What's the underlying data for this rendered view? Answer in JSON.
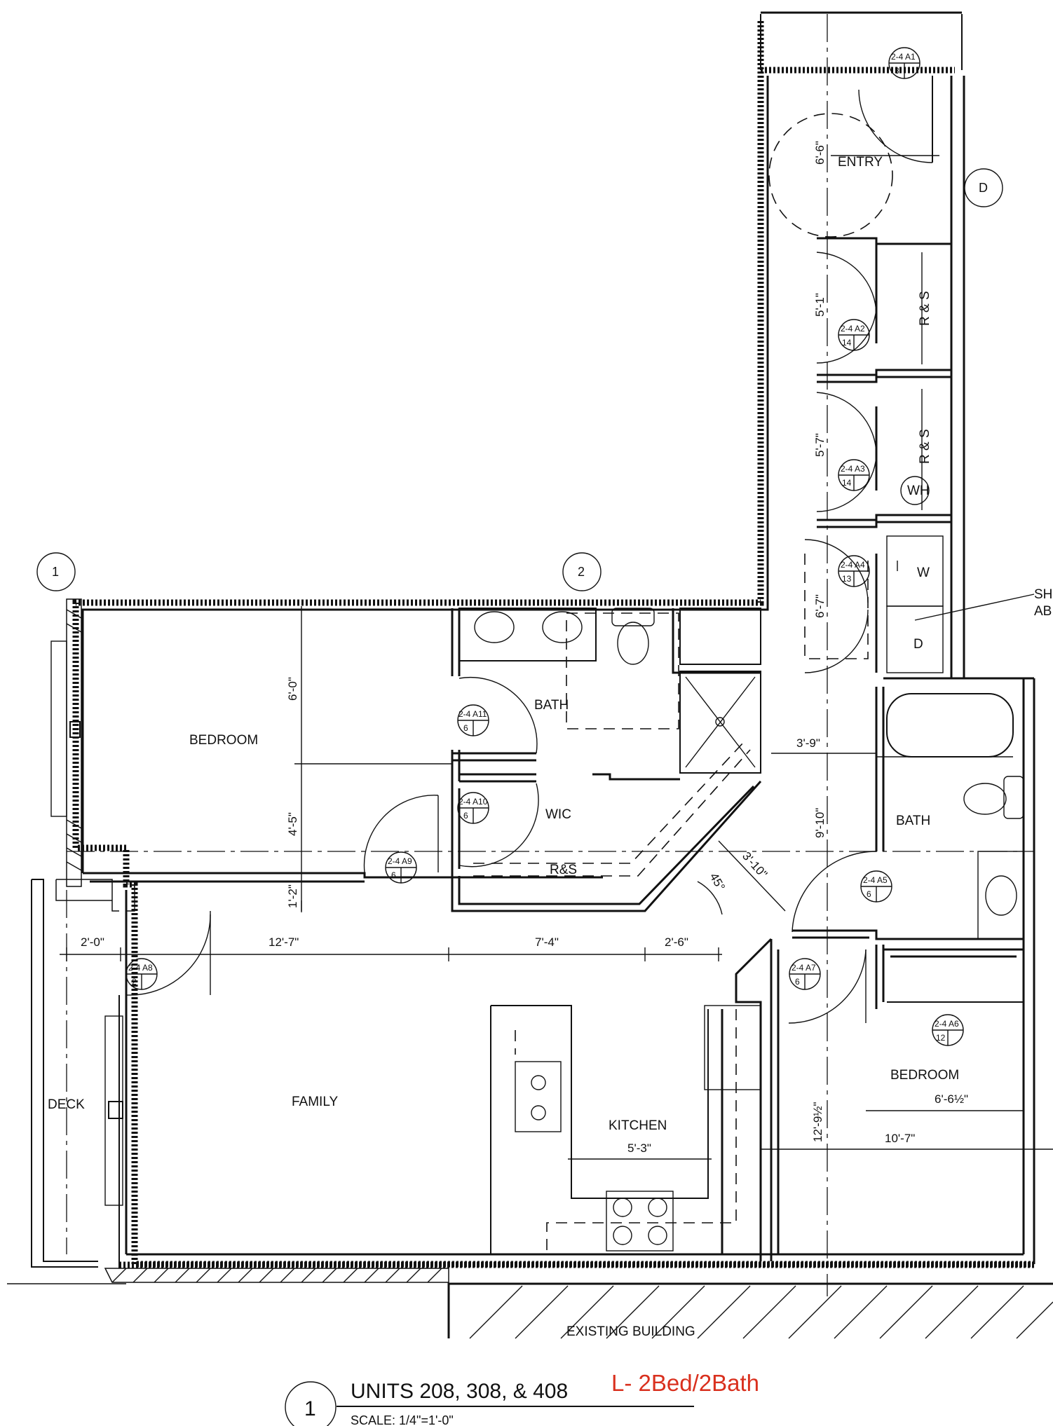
{
  "title": {
    "circle_number": "1",
    "units": "UNITS 208, 308, & 408",
    "scale": "SCALE: 1/4\"=1'-0\"",
    "unit_type": "L- 2Bed/2Bath",
    "unit_type_color": "#d9301e"
  },
  "rooms": {
    "entry": "ENTRY",
    "bedroom_left": "BEDROOM",
    "bath_left": "BATH",
    "wic": "WIC",
    "rs_wic": "R&S",
    "rs_closet_1": "R & S",
    "rs_closet_2": "R & S",
    "wh": "WH",
    "washer": "W",
    "dryer": "D",
    "bath_right": "BATH",
    "bedroom_right": "BEDROOM",
    "family": "FAMILY",
    "kitchen": "KITCHEN",
    "deck": "DECK",
    "existing": "EXISTING BUILDING",
    "shelf_note_1": "SH",
    "shelf_note_2": "AB"
  },
  "grid_markers": {
    "g1": "1",
    "g2": "2",
    "gd": "D"
  },
  "dimensions": {
    "entry_6_6": "6'-6\"",
    "closet_5_1": "5'-1\"",
    "closet_5_7": "5'-7\"",
    "laundry_6_7": "6'-7\"",
    "bed_6_0": "6'-0\"",
    "bed_4_5": "4'-5\"",
    "bed_1_2": "1'-2\"",
    "hall_3_9": "3'-9\"",
    "hall_9_10": "9'-10\"",
    "diag_3_10": "3'-10\"",
    "angle_45": "45°",
    "d_2_0": "2'-0\"",
    "d_12_7": "12'-7\"",
    "d_7_4": "7'-4\"",
    "d_2_6": "2'-6\"",
    "kitchen_5_3": "5'-3\"",
    "bed2_12_9": "12'-9½\"",
    "bed2_6_6": "6'-6½\"",
    "bed2_10_7": "10'-7\""
  },
  "door_tags": [
    {
      "top": "2-4 A1",
      "bottom": "3"
    },
    {
      "top": "2-4 A2",
      "bottom": "14"
    },
    {
      "top": "2-4 A3",
      "bottom": "14"
    },
    {
      "top": "2-4 A4",
      "bottom": "13"
    },
    {
      "top": "2-4 A11",
      "bottom": "6"
    },
    {
      "top": "2-4 A10",
      "bottom": "6"
    },
    {
      "top": "2-4 A9",
      "bottom": "6"
    },
    {
      "top": "2-4 A5",
      "bottom": "6"
    },
    {
      "top": "2-4 A7",
      "bottom": "6"
    },
    {
      "top": "2-4 A8",
      "bottom": "2"
    },
    {
      "top": "2-4 A6",
      "bottom": "12"
    }
  ]
}
